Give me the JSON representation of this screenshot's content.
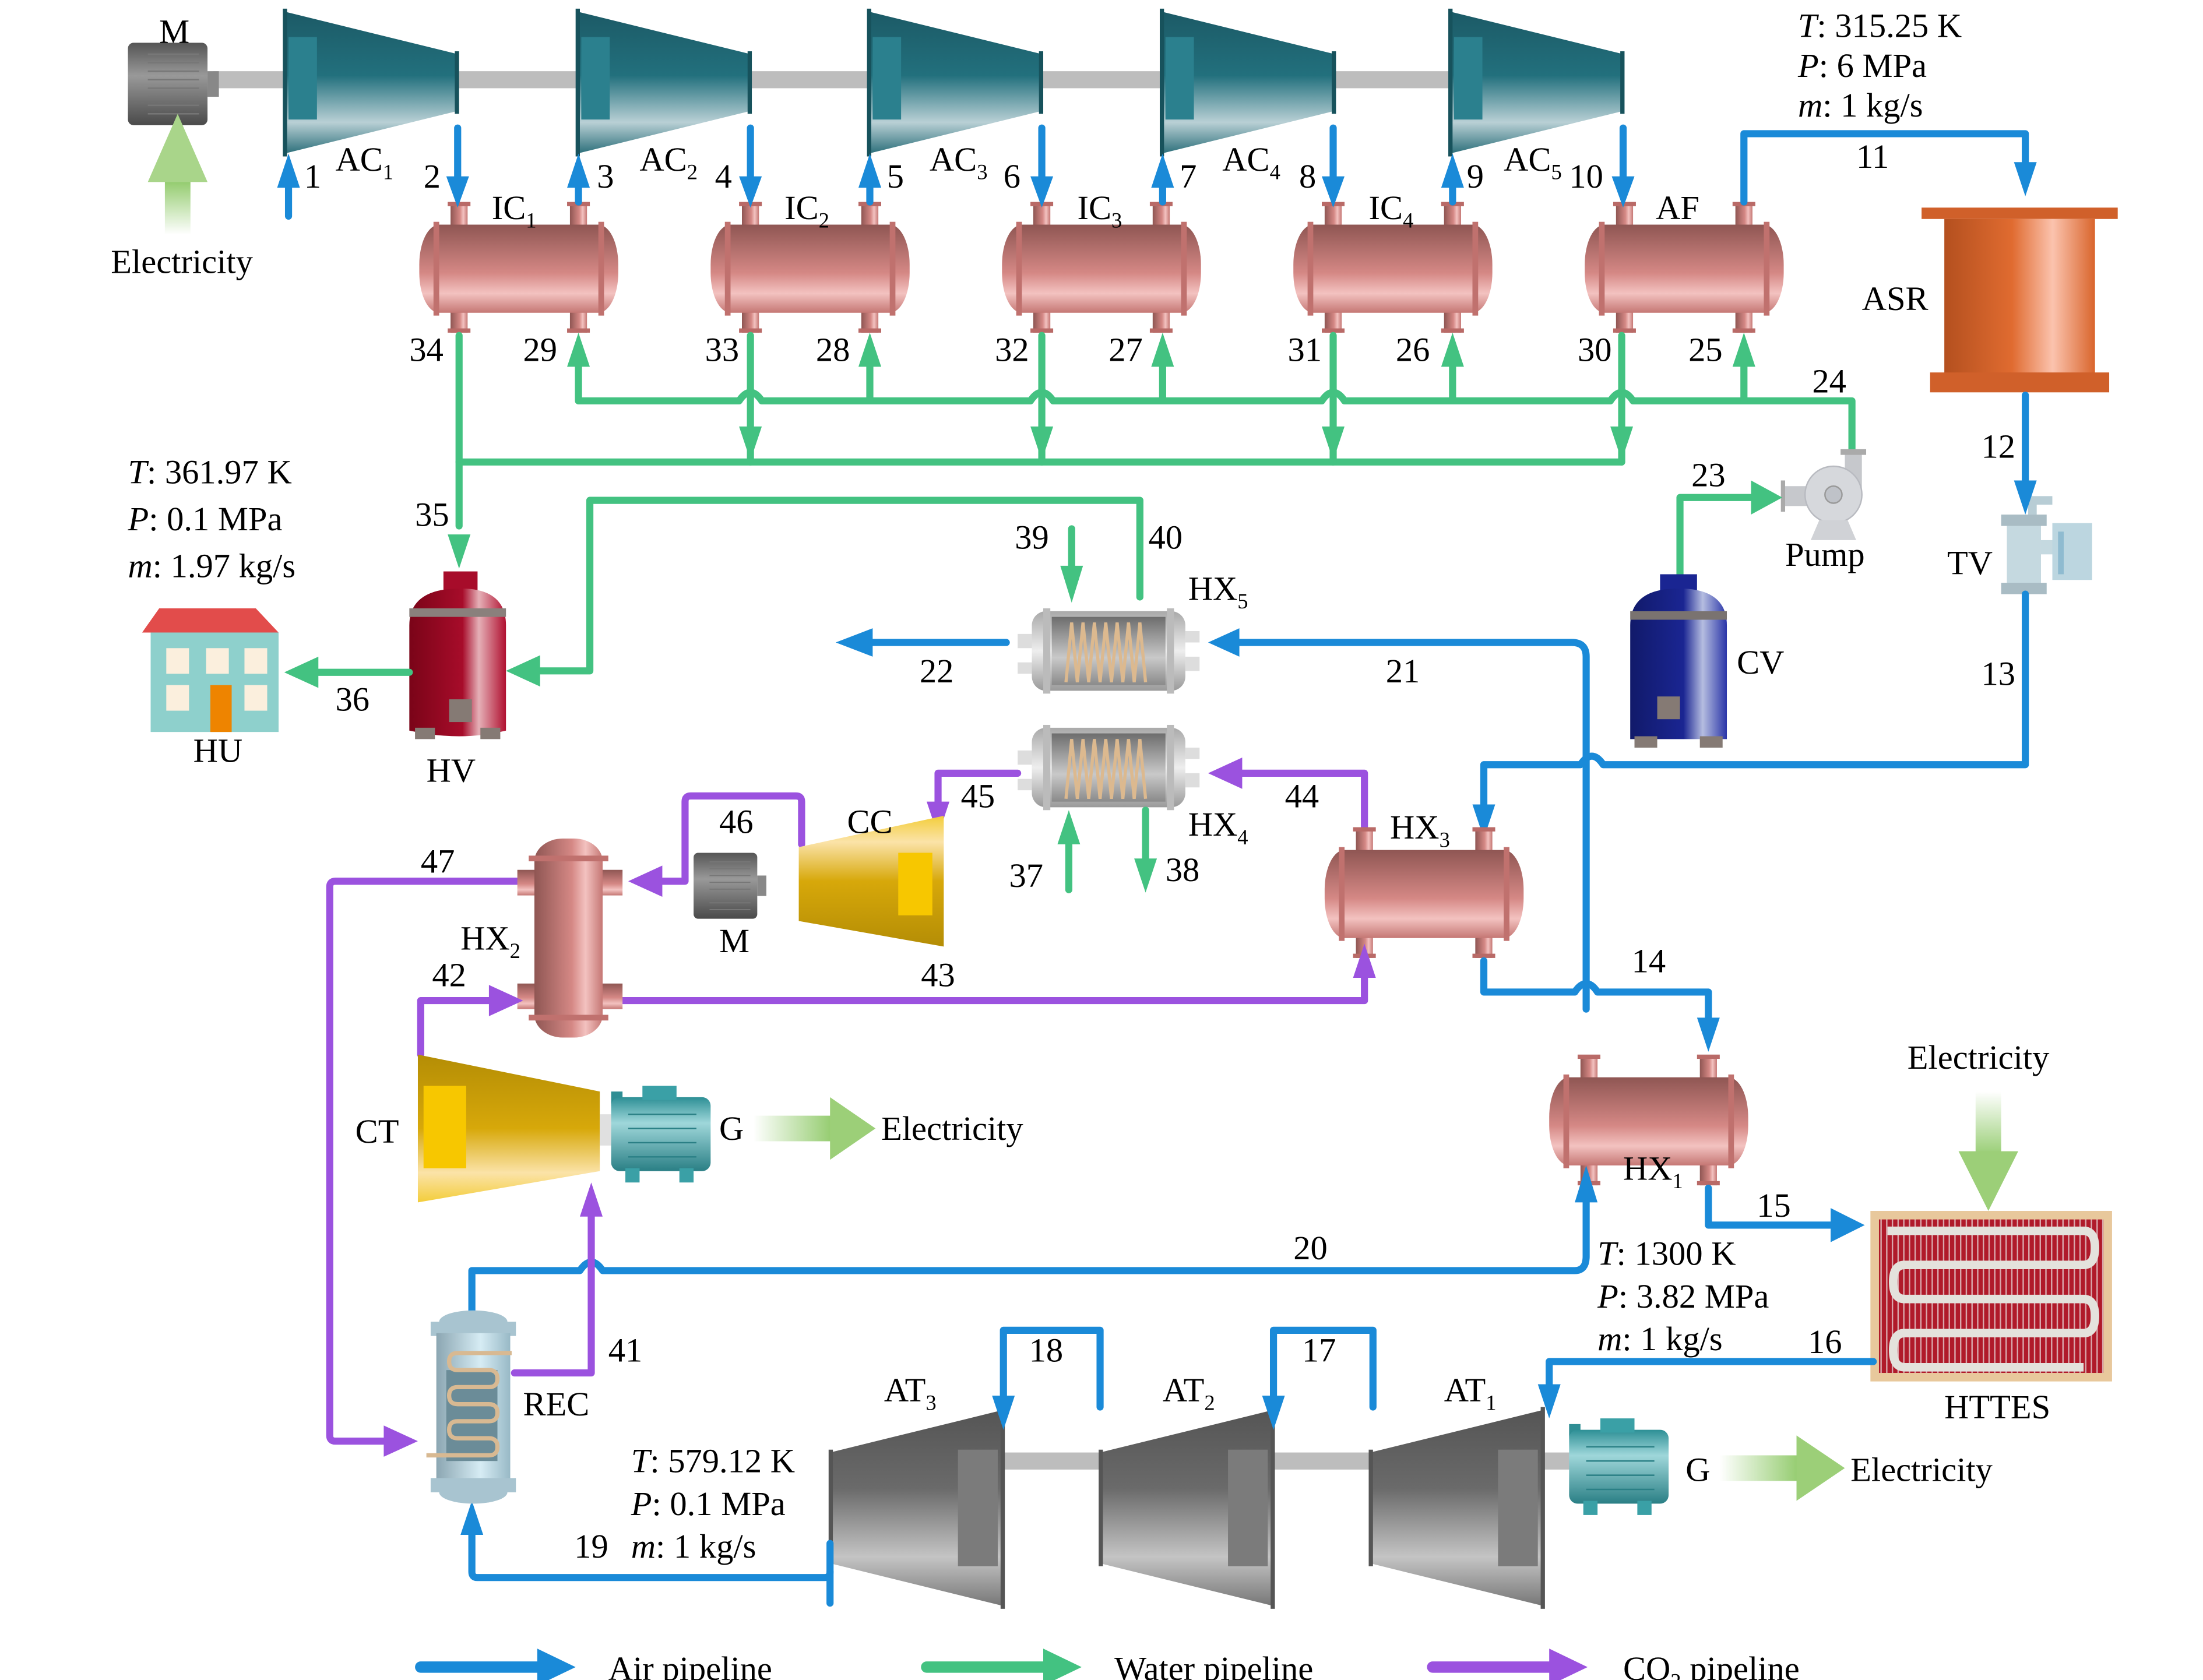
{
  "title": "Compressed air energy storage system with HTTES, sCO2 cycle and heat supply",
  "colors": {
    "air": "#1a8ad8",
    "water": "#43c281",
    "co2": "#9b52df",
    "compressor": "#1f6470",
    "heat_exchanger": "#c97a78",
    "asr": "#d9652c",
    "co2_turbomachine": "#d9a90a",
    "air_turbine": "#666666",
    "httes": "#b01a2a",
    "electricity_arrow": "#8cc864"
  },
  "components": {
    "motor_top": "M",
    "electricity_in_top": "Electricity",
    "compressors": [
      {
        "base": "AC",
        "sub": "1"
      },
      {
        "base": "AC",
        "sub": "2"
      },
      {
        "base": "AC",
        "sub": "3"
      },
      {
        "base": "AC",
        "sub": "4"
      },
      {
        "base": "AC",
        "sub": "5"
      }
    ],
    "intercoolers": [
      {
        "base": "IC",
        "sub": "1"
      },
      {
        "base": "IC",
        "sub": "2"
      },
      {
        "base": "IC",
        "sub": "3"
      },
      {
        "base": "IC",
        "sub": "4"
      },
      {
        "base": "AF",
        "sub": ""
      }
    ],
    "asr": "ASR",
    "tv": "TV",
    "pump": "Pump",
    "cv": "CV",
    "hv": "HV",
    "hu": "HU",
    "hx1": {
      "base": "HX",
      "sub": "1"
    },
    "hx2": {
      "base": "HX",
      "sub": "2"
    },
    "hx3": {
      "base": "HX",
      "sub": "3"
    },
    "hx4": {
      "base": "HX",
      "sub": "4"
    },
    "hx5": {
      "base": "HX",
      "sub": "5"
    },
    "cc": "CC",
    "ct": "CT",
    "motor_co2": "M",
    "generator_co2": "G",
    "electricity_out_co2": "Electricity",
    "httes": "HTTES",
    "electricity_in_httes": "Electricity",
    "rec": "REC",
    "air_turbines": [
      {
        "base": "AT",
        "sub": "1"
      },
      {
        "base": "AT",
        "sub": "2"
      },
      {
        "base": "AT",
        "sub": "3"
      }
    ],
    "generator_air": "G",
    "electricity_out_air": "Electricity"
  },
  "stream_numbers": {
    "s1": "1",
    "s2": "2",
    "s3": "3",
    "s4": "4",
    "s5": "5",
    "s6": "6",
    "s7": "7",
    "s8": "8",
    "s9": "9",
    "s10": "10",
    "s11": "11",
    "s12": "12",
    "s13": "13",
    "s14": "14",
    "s15": "15",
    "s16": "16",
    "s17": "17",
    "s18": "18",
    "s19": "19",
    "s20": "20",
    "s21": "21",
    "s22": "22",
    "s23": "23",
    "s24": "24",
    "s25": "25",
    "s26": "26",
    "s27": "27",
    "s28": "28",
    "s29": "29",
    "s30": "30",
    "s31": "31",
    "s32": "32",
    "s33": "33",
    "s34": "34",
    "s35": "35",
    "s36": "36",
    "s37": "37",
    "s38": "38",
    "s39": "39",
    "s40": "40",
    "s41": "41",
    "s42": "42",
    "s43": "43",
    "s44": "44",
    "s45": "45",
    "s46": "46",
    "s47": "47"
  },
  "state_annotations": {
    "after_af": {
      "T_label": "T",
      "T": ": 315.25 K",
      "P_label": "P",
      "P": ": 6 MPa",
      "m_label": "m",
      "m": ": 1 kg/s"
    },
    "heating_user": {
      "T_label": "T",
      "T": ": 361.97 K",
      "P_label": "P",
      "P": ": 0.1 MPa",
      "m_label": "m",
      "m": ": 1.97 kg/s"
    },
    "turbine_inlet": {
      "T_label": "T",
      "T": ": 1300 K",
      "P_label": "P",
      "P": ": 3.82 MPa",
      "m_label": "m",
      "m": ": 1 kg/s"
    },
    "turbine_exhaust": {
      "T_label": "T",
      "T": ": 579.12 K",
      "P_label": "P",
      "P": ": 0.1 MPa",
      "m_label": "m",
      "m": ": 1 kg/s"
    }
  },
  "legend": [
    {
      "label": "Air pipeline",
      "color": "#1a8ad8"
    },
    {
      "label": "Water pipeline",
      "color": "#43c281"
    },
    {
      "label": "pipeline",
      "prefix": "CO",
      "sub": "2",
      "color": "#9b52df"
    }
  ]
}
